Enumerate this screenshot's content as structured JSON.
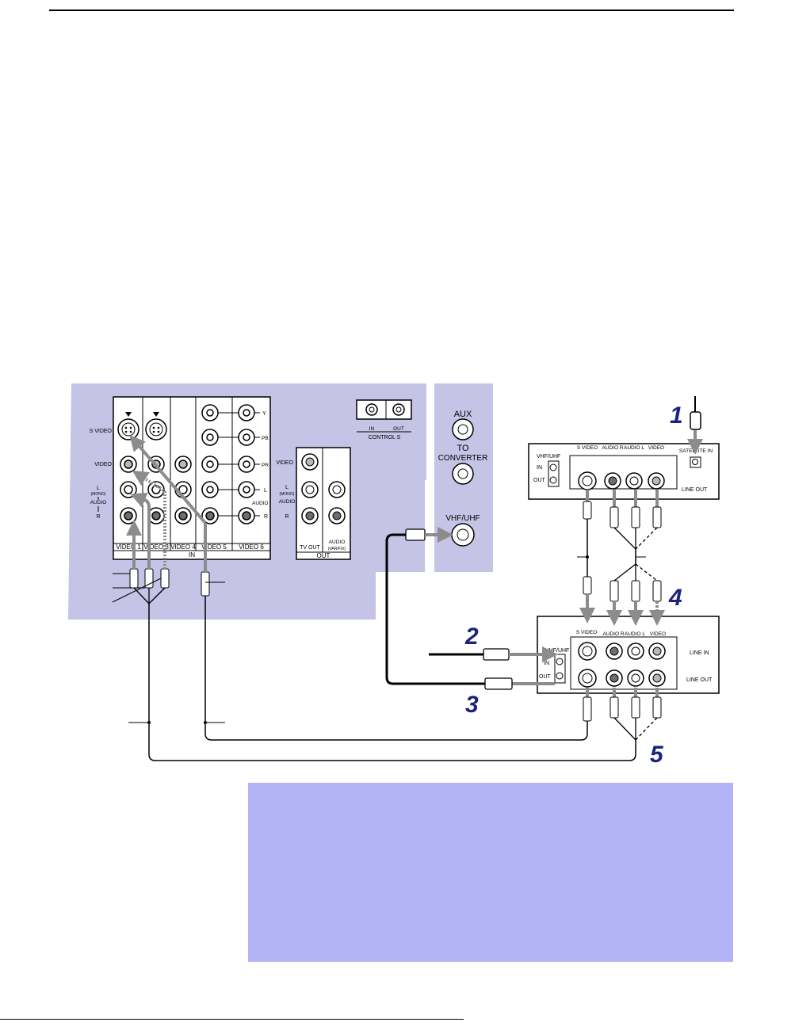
{
  "tv_panel": {
    "side_labels": {
      "s_video": "S VIDEO",
      "video": "VIDEO",
      "l": "L",
      "mono": "(MONO)",
      "audio": "AUDIO",
      "r": "R"
    },
    "input_columns": [
      "VIDEO 1",
      "VIDEO 3",
      "VIDEO 4",
      "VIDEO 5",
      "VIDEO 6"
    ],
    "in_label": "IN",
    "component_labels": {
      "y": "Y",
      "pb": "PB",
      "pr": "PR",
      "l": "L",
      "audio": "AUDIO",
      "r": "R"
    },
    "control_s": {
      "in": "IN",
      "out": "OUT",
      "title": "CONTROL S"
    },
    "out_section": {
      "video": "VIDEO",
      "l": "L",
      "mono": "(MONO)",
      "audio": "AUDIO",
      "r": "R",
      "tv_out": "TV OUT",
      "audio_var": "AUDIO",
      "var_fix": "(VAR/FIX)",
      "out": "OUT"
    }
  },
  "antenna_panel": {
    "aux": "AUX",
    "to": "TO",
    "converter": "CONVERTER",
    "vhf_uhf": "VHF/UHF"
  },
  "receiver": {
    "vhf_uhf": "VHF/UHF",
    "in": "IN",
    "out": "OUT",
    "s_video": "S VIDEO",
    "audio_r": "AUDIO R",
    "audio_l": "AUDIO L",
    "video": "VIDEO",
    "satellite_in": "SATELLITE IN",
    "line_out": "LINE OUT"
  },
  "vcr": {
    "vhf_uhf": "VHF/UHF",
    "in": "IN",
    "out": "OUT",
    "s_video": "S VIDEO",
    "audio_r": "AUDIO R",
    "audio_l": "AUDIO L",
    "video": "VIDEO",
    "line_in": "LINE IN",
    "line_out": "LINE OUT"
  },
  "step_numbers": [
    "1",
    "2",
    "3",
    "4",
    "5"
  ],
  "colors": {
    "panel": "#c5c3e6",
    "note_box": "#b1b3f5",
    "steps": "#1a237e",
    "cable_gray": "#8c8c8c"
  }
}
